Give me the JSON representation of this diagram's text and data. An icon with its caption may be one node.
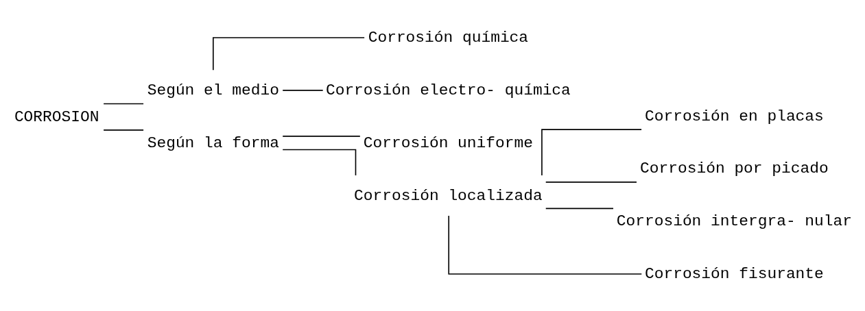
{
  "diagram": {
    "nodes": [
      {
        "text": [
          "CORROSION"
        ]
      },
      {
        "text": [
          "Según el medio"
        ]
      },
      {
        "text": [
          "Corrosión química"
        ]
      },
      {
        "text": [
          "Corrosión electro- química"
        ]
      },
      {
        "text": [
          "Según la forma"
        ]
      },
      {
        "text": [
          "Corrosión uniforme"
        ]
      },
      {
        "text": [
          "Corrosión localizada"
        ]
      },
      {
        "text": [
          "Corrosión en placas"
        ]
      },
      {
        "text": [
          "Corrosión por picado"
        ]
      },
      {
        "text": [
          "Corrosión intergra- nular"
        ]
      },
      {
        "text": [
          "Corrosión fisurante"
        ]
      }
    ],
    "edges": [
      {
        "from": 0,
        "to": 1,
        "arrow": "none"
      },
      {
        "from": 0,
        "to": 4,
        "arrow": "none"
      },
      {
        "from": 1,
        "to": 2,
        "arrow": "none"
      },
      {
        "from": 1,
        "to": 3,
        "arrow": "none"
      },
      {
        "from": 4,
        "to": 5,
        "arrow": "none"
      },
      {
        "from": 4,
        "to": 6,
        "arrow": "none"
      },
      {
        "from": 6,
        "to": 7,
        "arrow": "none"
      },
      {
        "from": 6,
        "to": 8,
        "arrow": "none"
      },
      {
        "from": 6,
        "to": 9,
        "arrow": "none"
      },
      {
        "from": 6,
        "to": 10,
        "arrow": "none"
      }
    ]
  }
}
